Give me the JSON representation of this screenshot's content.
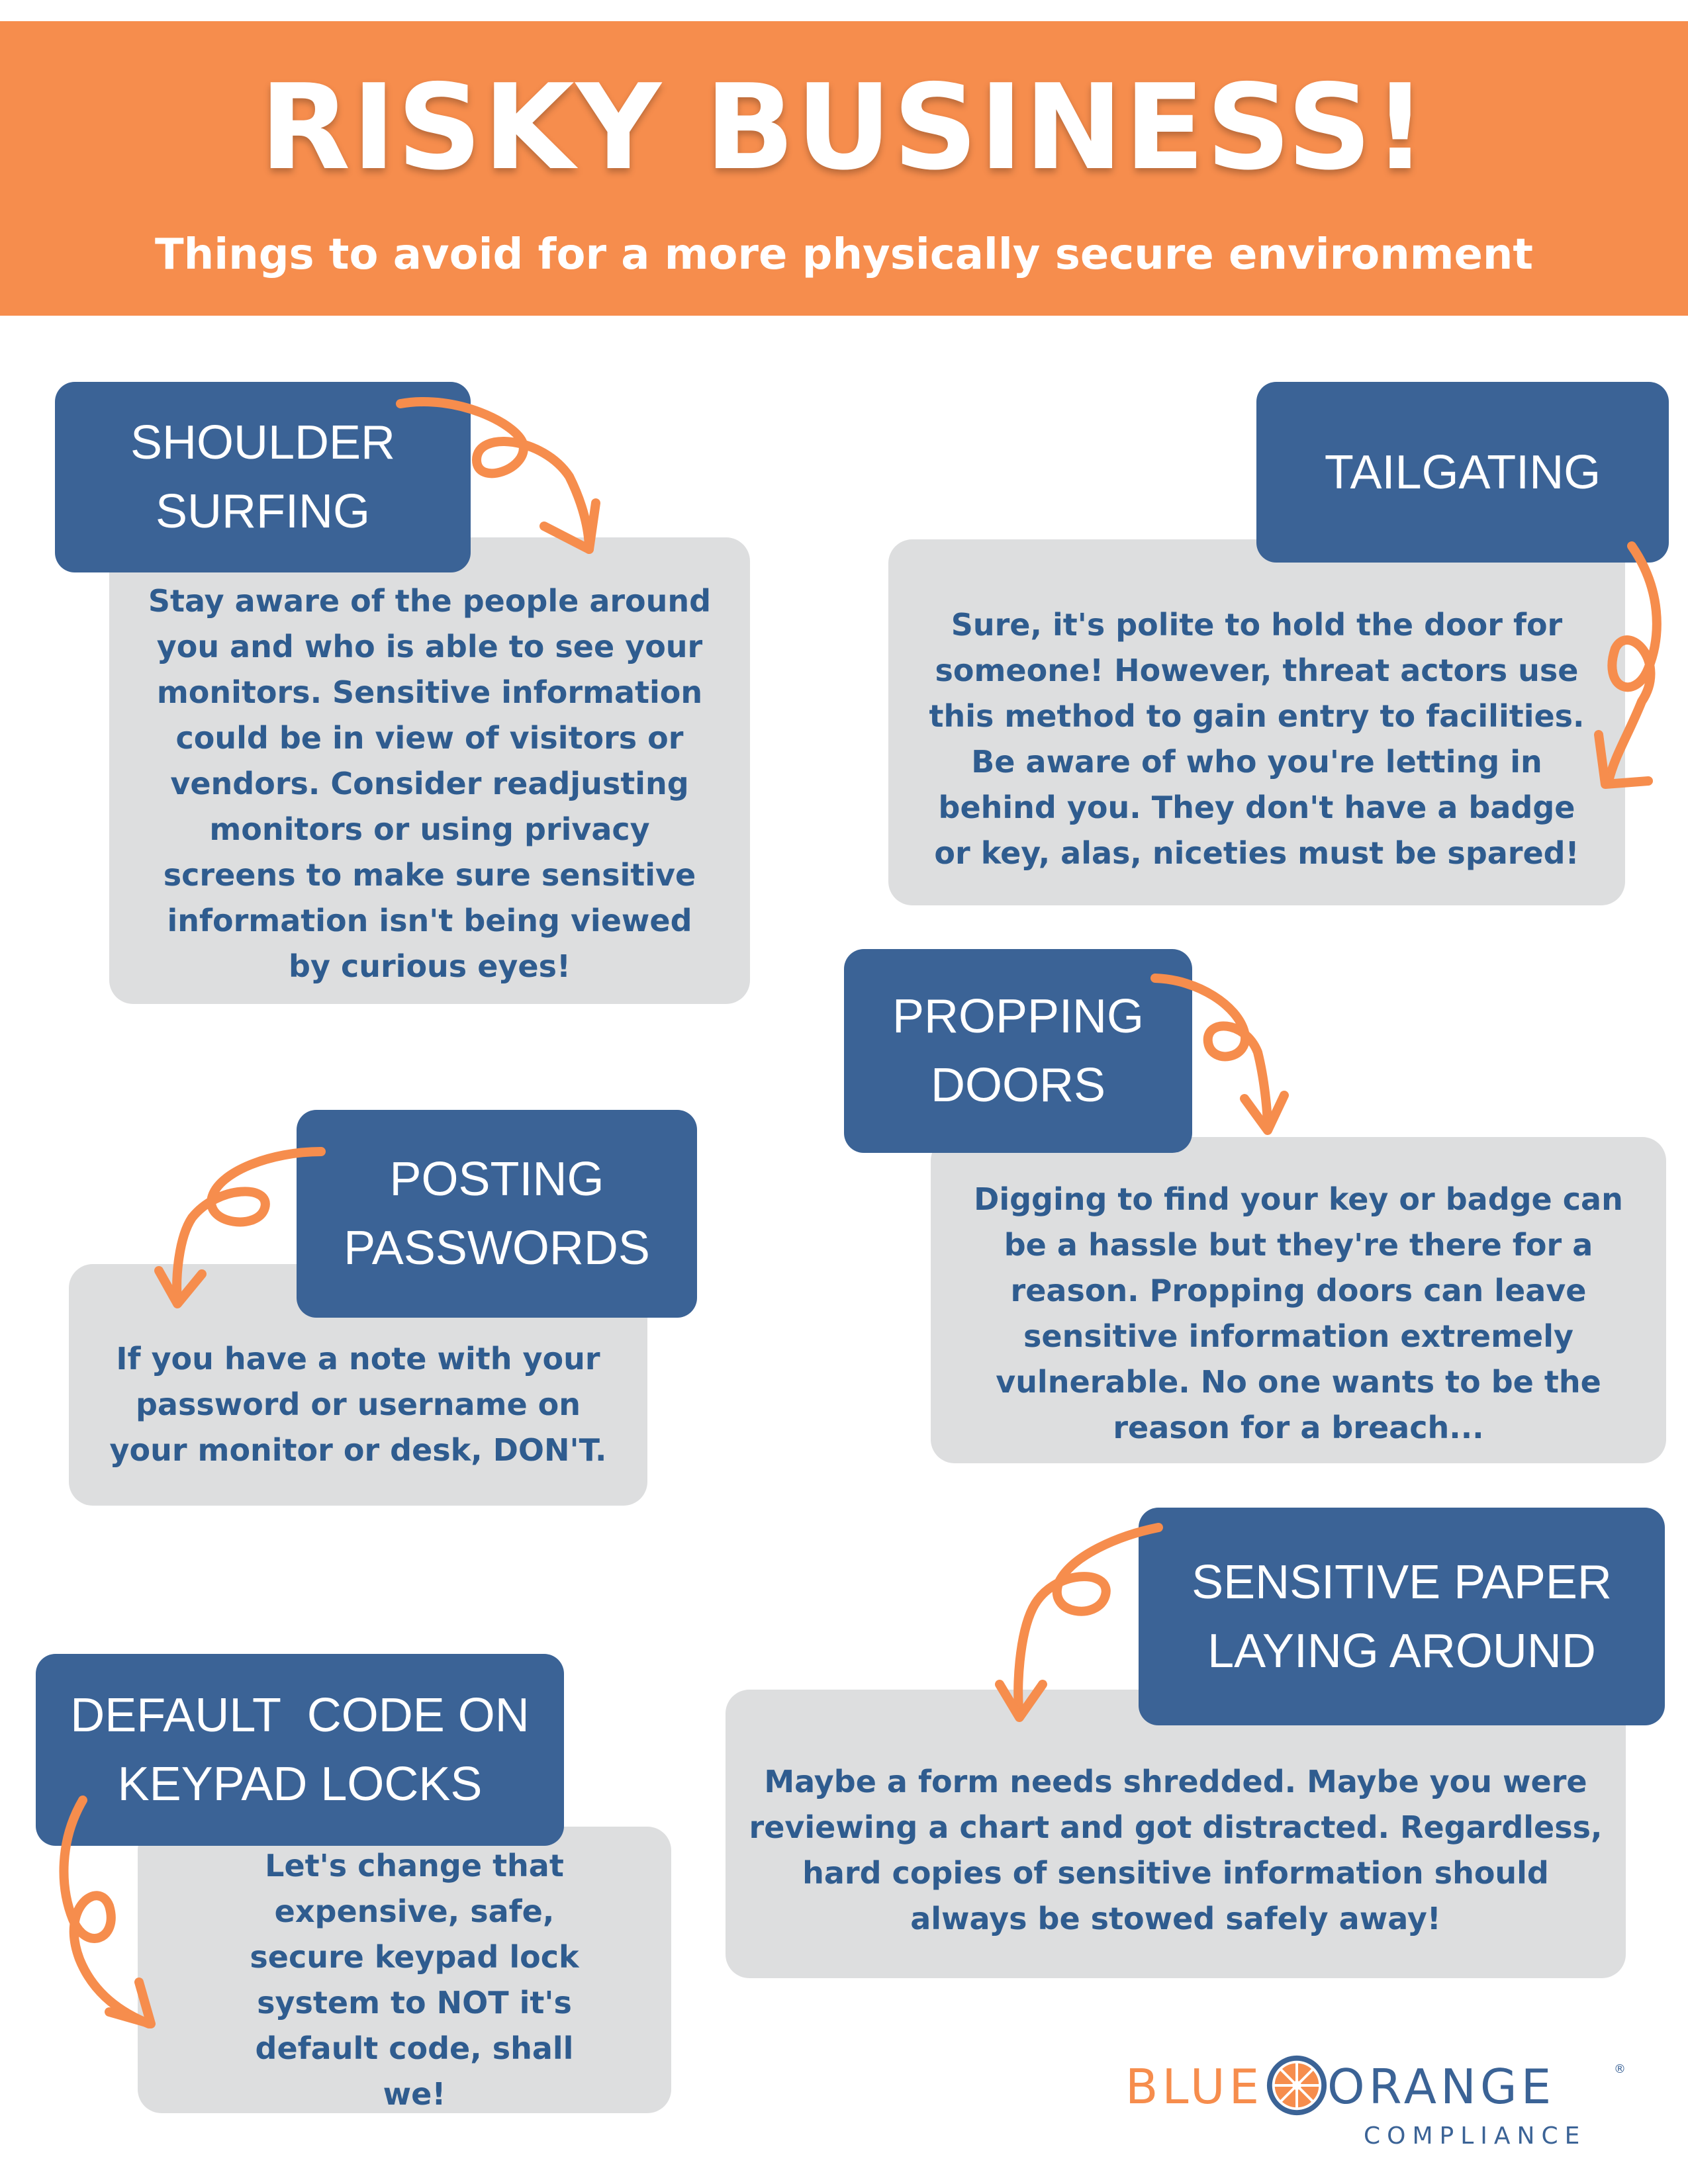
{
  "header": {
    "title": "RISKY BUSINESS!",
    "subtitle": "Things to avoid for a more physically secure environment"
  },
  "tips": [
    {
      "title": "SHOULDER SURFING",
      "text": "Stay aware of the people around you and who is able to see your monitors. Sensitive information could be in view of visitors or vendors. Consider readjusting monitors or using privacy screens to make sure sensitive information isn't being viewed by curious eyes!"
    },
    {
      "title": "TAILGATING",
      "text": "Sure, it's polite to hold the door for someone! However, threat actors use this method to gain entry to facilities. Be aware of who you're letting in behind you. They don't have a badge or key, alas, niceties must be spared!"
    },
    {
      "title": "PROPPING DOORS",
      "text": "Digging to find your key or badge can be a hassle but they're there for a reason. Propping doors can leave sensitive information extremely vulnerable. No one wants to be the reason for a breach..."
    },
    {
      "title": "POSTING PASSWORDS",
      "text": "If you have a note with your password or username on your monitor or desk, DON'T."
    },
    {
      "title": "SENSITIVE PAPER LAYING AROUND",
      "text": "Maybe a form needs shredded. Maybe you were reviewing a chart and got distracted. Regardless, hard copies of sensitive information should always be stowed safely away!"
    },
    {
      "title": "DEFAULT  CODE ON KEYPAD LOCKS",
      "text": "Let's change that expensive, safe, secure keypad lock system to NOT it's default code, shall we!"
    }
  ],
  "logo": {
    "word1": "BLUE",
    "word2": "ORANGE",
    "registered": "®",
    "subtitle": "COMPLIANCE"
  },
  "colors": {
    "orange": "#f68d4d",
    "blue": "#3b6396",
    "gray": "#dddedf",
    "text_blue": "#2f5c8f"
  }
}
